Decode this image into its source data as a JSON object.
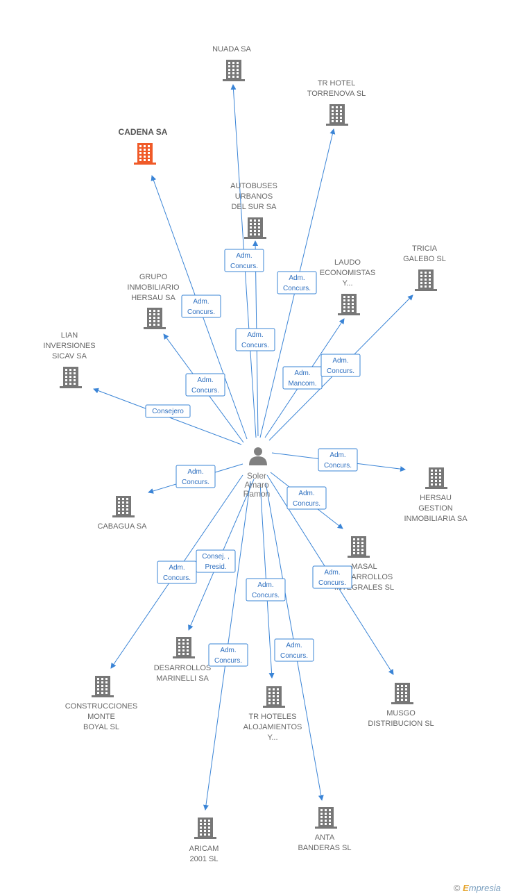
{
  "colors": {
    "edge": "#3a84d6",
    "building": "#777777",
    "highlight": "#f05a28",
    "person": "#808080"
  },
  "center": {
    "label_lines": [
      "Soler",
      "Amaro",
      "Ramon"
    ],
    "icon": "person-icon"
  },
  "nodes": [
    {
      "id": "nuada",
      "label_lines": [
        "NUADA SA"
      ],
      "icon": "building-icon"
    },
    {
      "id": "trhotel",
      "label_lines": [
        "TR HOTEL",
        "TORRENOVA SL"
      ],
      "icon": "building-icon"
    },
    {
      "id": "cadena",
      "label_lines": [
        "CADENA SA"
      ],
      "icon": "building-icon",
      "highlight": true
    },
    {
      "id": "autobuses",
      "label_lines": [
        "AUTOBUSES",
        "URBANOS",
        "DEL SUR SA"
      ],
      "icon": "building-icon"
    },
    {
      "id": "tricia",
      "label_lines": [
        "TRICIA",
        "GALEBO SL"
      ],
      "icon": "building-icon"
    },
    {
      "id": "laudo",
      "label_lines": [
        "LAUDO",
        "ECONOMISTAS",
        "Y..."
      ],
      "icon": "building-icon"
    },
    {
      "id": "grupo",
      "label_lines": [
        "GRUPO",
        "INMOBILIARIO",
        "HERSAU SA"
      ],
      "icon": "building-icon"
    },
    {
      "id": "lian",
      "label_lines": [
        "LIAN",
        "INVERSIONES",
        "SICAV SA"
      ],
      "icon": "building-icon"
    },
    {
      "id": "hersau",
      "label_lines": [
        "HERSAU",
        "GESTION",
        "INMOBILIARIA SA"
      ],
      "icon": "building-icon"
    },
    {
      "id": "cabagua",
      "label_lines": [
        "CABAGUA SA"
      ],
      "icon": "building-icon"
    },
    {
      "id": "masal",
      "label_lines": [
        "MASAL",
        "DESARROLLOS",
        "INTEGRALES SL"
      ],
      "icon": "building-icon"
    },
    {
      "id": "desarrollos",
      "label_lines": [
        "DESARROLLOS",
        "MARINELLI SA"
      ],
      "icon": "building-icon"
    },
    {
      "id": "construcciones",
      "label_lines": [
        "CONSTRUCCIONES",
        "MONTE",
        "BOYAL SL"
      ],
      "icon": "building-icon"
    },
    {
      "id": "trhoteles",
      "label_lines": [
        "TR HOTELES",
        "ALOJAMIENTOS",
        "Y..."
      ],
      "icon": "building-icon"
    },
    {
      "id": "musgo",
      "label_lines": [
        "MUSGO",
        "DISTRIBUCION SL"
      ],
      "icon": "building-icon"
    },
    {
      "id": "aricam",
      "label_lines": [
        "ARICAM",
        "2001 SL"
      ],
      "icon": "building-icon"
    },
    {
      "id": "anta",
      "label_lines": [
        "ANTA",
        "BANDERAS SL"
      ],
      "icon": "building-icon"
    }
  ],
  "edges": [
    {
      "to": "nuada",
      "label_lines": [
        "Adm.",
        "Concurs."
      ]
    },
    {
      "to": "trhotel",
      "label_lines": [
        "Adm.",
        "Concurs."
      ]
    },
    {
      "to": "cadena",
      "label_lines": [
        "Adm.",
        "Concurs."
      ]
    },
    {
      "to": "autobuses",
      "label_lines": [
        "Adm.",
        "Concurs."
      ]
    },
    {
      "to": "laudo",
      "label_lines": [
        "Adm.",
        "Mancom."
      ]
    },
    {
      "to": "tricia",
      "label_lines": [
        "Adm.",
        "Concurs."
      ]
    },
    {
      "to": "grupo",
      "label_lines": [
        "Adm.",
        "Concurs."
      ]
    },
    {
      "to": "lian",
      "label_lines": [
        "Consejero"
      ]
    },
    {
      "to": "hersau",
      "label_lines": [
        "Adm.",
        "Concurs."
      ]
    },
    {
      "to": "cabagua",
      "label_lines": [
        "Adm.",
        "Concurs."
      ]
    },
    {
      "to": "masal",
      "label_lines": [
        "Adm.",
        "Concurs."
      ]
    },
    {
      "to": "desarrollos",
      "label_lines": [
        "Consej. ,",
        "Presid."
      ]
    },
    {
      "to": "construcciones",
      "label_lines": [
        "Adm.",
        "Concurs."
      ]
    },
    {
      "to": "trhoteles",
      "label_lines": [
        "Adm.",
        "Concurs."
      ]
    },
    {
      "to": "musgo",
      "label_lines": [
        "Adm.",
        "Concurs."
      ]
    },
    {
      "to": "aricam",
      "label_lines": [
        "Adm.",
        "Concurs."
      ]
    },
    {
      "to": "anta",
      "label_lines": [
        "Adm.",
        "Concurs."
      ]
    }
  ],
  "footer": {
    "copyright": "©",
    "brand_first": "E",
    "brand_rest": "mpresia"
  }
}
